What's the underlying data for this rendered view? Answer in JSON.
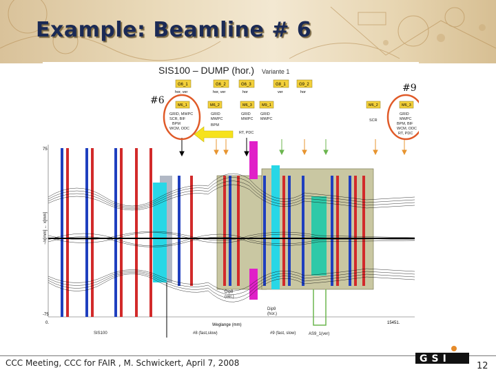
{
  "slide": {
    "title": "Example: Beamline # 6",
    "footer": "CCC Meeting, CCC for FAIR , M. Schwickert, April 7, 2008",
    "page_number": "12",
    "logo_text": "GSI"
  },
  "figure": {
    "title": "SIS100 – DUMP (hor.)",
    "variant": "Variante 1",
    "top_boxes": [
      {
        "label": "G6_1",
        "sub": "hor, ver"
      },
      {
        "label": "G6_2",
        "sub": "hor, ver"
      },
      {
        "label": "G6_3",
        "sub": "hor"
      },
      {
        "label": "G8_1",
        "sub": "ver"
      },
      {
        "label": "G9_2",
        "sub": "hor"
      }
    ],
    "mid_boxes": [
      "M6_1",
      "M6_2",
      "M6_3",
      "M9_1",
      "M6_2",
      "M6_3"
    ],
    "diag_groups": [
      {
        "lines": [
          "GRID, MWPC",
          "SCR, BIF",
          "BPM",
          "WCM, ODC"
        ]
      },
      {
        "lines": [
          "GRID",
          "MWPC",
          "BPM"
        ]
      },
      {
        "lines": [
          "GRID",
          "MWPC",
          "",
          "RT, PDC"
        ]
      },
      {
        "lines": [
          "GRID",
          "MWPC"
        ]
      },
      {
        "lines": [
          "SCR"
        ]
      },
      {
        "lines": [
          "GRID",
          "MWPC",
          "BPM, BIF",
          "WCM, ODC",
          "RT, PDC"
        ]
      }
    ],
    "y_axis_label": "−/x[mm] ← x[mm]",
    "y_top_tick": "75",
    "y_bottom_tick": "-75",
    "x_axis_label": "Weglange (mm)",
    "x_left_tick": "0.",
    "x_right_tick": "15451.",
    "bottom_labels": {
      "sis100": "SIS100",
      "fast_slow_8": "#8 (fast,slow)",
      "fast_slow_9": "#9 (fast, slow)",
      "as9": "AS9_1(ver)",
      "dip8": "Dip8",
      "dip8_sub": "(ver.)",
      "dip9": "Dip9",
      "dip9_sub": "(hor.)"
    }
  },
  "annotations": {
    "left_marker": "#6",
    "right_marker": "#9"
  },
  "colors": {
    "title_color": "#1b2a55",
    "magnet_blue": "#1f3fbf",
    "magnet_red": "#d22a2a",
    "cyan": "#28d7e6",
    "magenta": "#e020c8",
    "circle_orange": "#e05a28",
    "arrow_yellow": "#f6e21c"
  }
}
